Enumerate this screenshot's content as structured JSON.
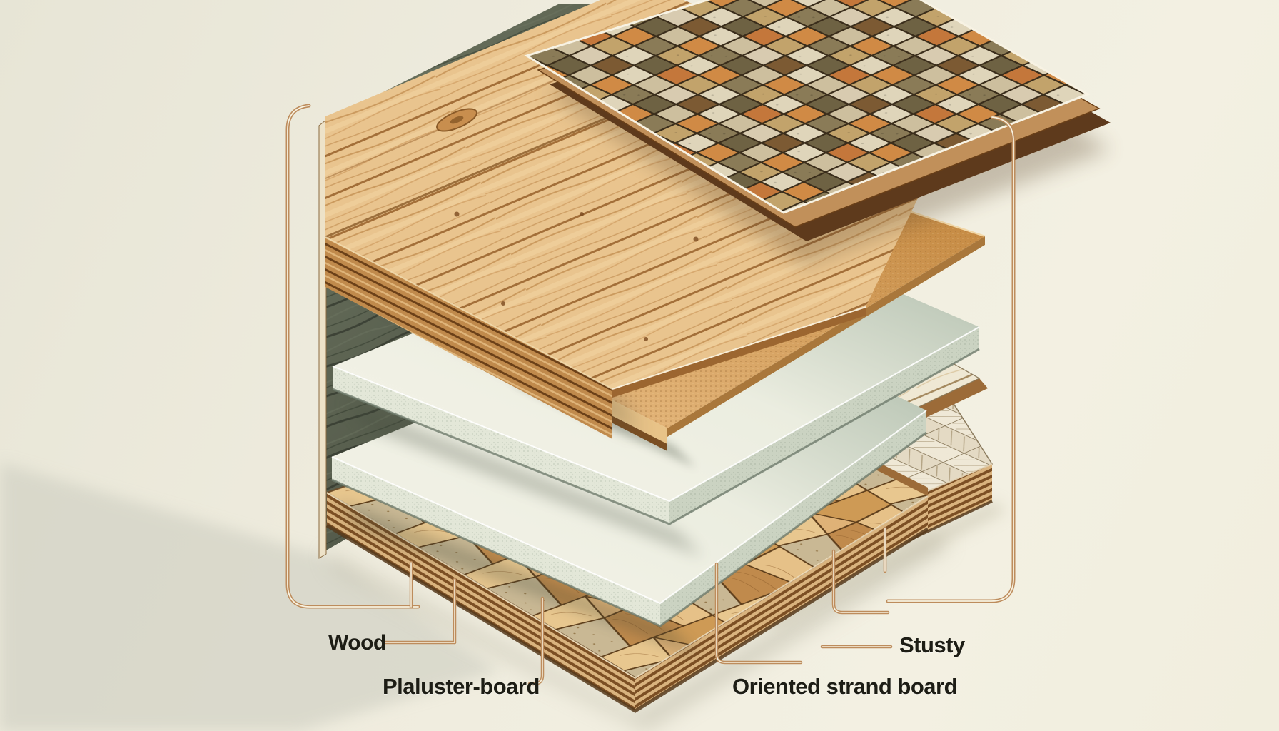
{
  "figure": {
    "kind": "exploded-layers-illustration",
    "labels": {
      "wood": "Wood",
      "plasterboard": "Plaluster-board",
      "studs": "Stusty",
      "osb": "Oriented strand board"
    },
    "layers_top_to_bottom": [
      "mosaic-tile-panel",
      "wood-plank-panel",
      "cork-underlay-board",
      "plasterboard-upper",
      "plasterboard-lower",
      "pale-plank-board",
      "pale-parquet-slab",
      "oriented-strand-board-slab"
    ]
  },
  "palette": {
    "background": "#EFECDE",
    "label_text": "#1D1D15",
    "leader_line": "#BD8C5C",
    "leader_line_inner": "#F8F2E0",
    "wood_light": "#E9C48E",
    "wood_grain": "#C08A4C",
    "wood_dark": "#8A5A28",
    "wall_dark": "#3C4136",
    "plasterboard_face": "#F0EFE3",
    "plasterboard_edge": "#C2CCBC",
    "cork": "#D9A566",
    "osb_base": "#DFB277",
    "ply_dark": "#7C4F24",
    "ply_light": "#D9B37E",
    "grout": "#3A2D1B"
  }
}
